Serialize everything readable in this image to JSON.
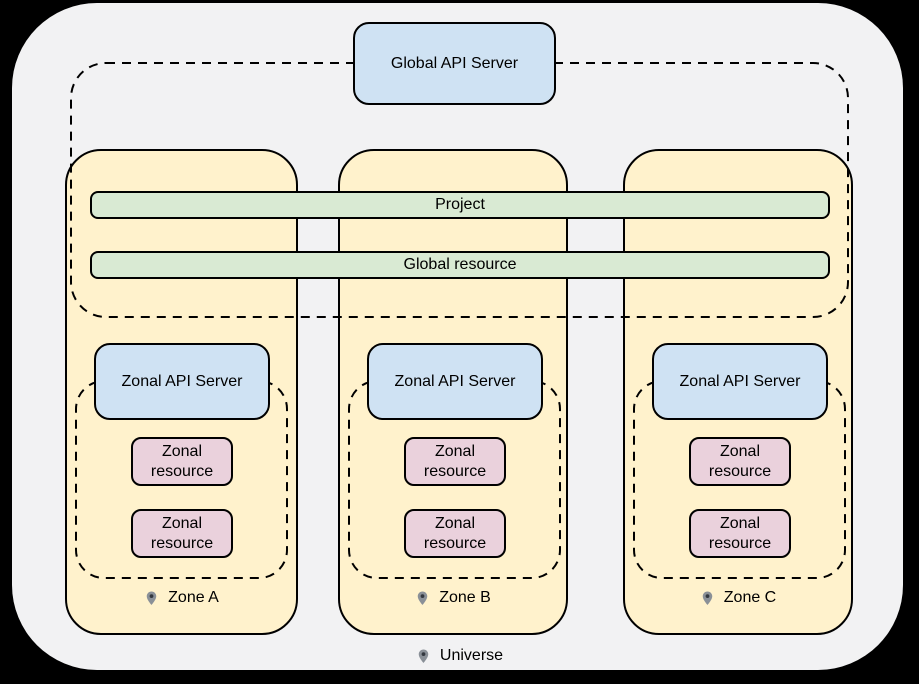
{
  "diagram": {
    "title_context": "Global and zonal API architecture",
    "global_api_server_label": "Global API Server",
    "shared_bars": {
      "project": "Project",
      "global_resource": "Global resource"
    },
    "zones": [
      {
        "name": "Zone A",
        "api_server_label": "Zonal API Server",
        "resources": [
          "Zonal resource",
          "Zonal resource"
        ]
      },
      {
        "name": "Zone B",
        "api_server_label": "Zonal API Server",
        "resources": [
          "Zonal resource",
          "Zonal resource"
        ]
      },
      {
        "name": "Zone C",
        "api_server_label": "Zonal API Server",
        "resources": [
          "Zonal resource",
          "Zonal resource"
        ]
      }
    ],
    "universe_label": "Universe",
    "icons": {
      "location_pin": "location-pin-icon"
    },
    "colors": {
      "page_background": "#000000",
      "universe_fill": "#f2f2f3",
      "zone_fill": "#fff2cc",
      "api_server_fill": "#cfe2f3",
      "resource_fill": "#ead1dc",
      "shared_bar_fill": "#d9ead3",
      "border": "#000000",
      "pin_gray": "#8a9097",
      "pin_dot": "#33383f"
    }
  }
}
